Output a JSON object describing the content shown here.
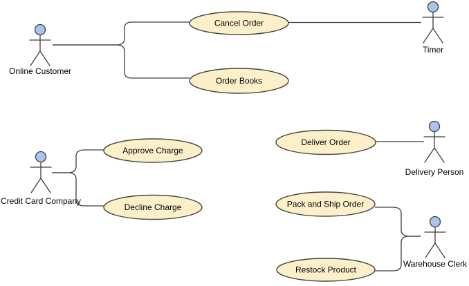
{
  "colors": {
    "canvas_bg": "#FFFFFF",
    "usecase_fill": "#FBF0CA",
    "usecase_stroke": "#45453D",
    "actor_head_fill": "#A9C5EB",
    "actor_stroke": "#3D3D3D",
    "line": "#3D3D3D",
    "text": "#000000"
  },
  "actors": [
    {
      "id": "online-customer",
      "label": "Online Customer"
    },
    {
      "id": "timer",
      "label": "Timer"
    },
    {
      "id": "credit-card-company",
      "label": "Credit Card Company"
    },
    {
      "id": "delivery-person",
      "label": "Delivery Person"
    },
    {
      "id": "warehouse-clerk",
      "label": "Warehouse Clerk"
    }
  ],
  "use_cases": [
    {
      "id": "cancel-order",
      "label": "Cancel Order"
    },
    {
      "id": "order-books",
      "label": "Order Books"
    },
    {
      "id": "approve-charge",
      "label": "Approve Charge"
    },
    {
      "id": "decline-charge",
      "label": "Decline Charge"
    },
    {
      "id": "deliver-order",
      "label": "Deliver Order"
    },
    {
      "id": "pack-and-ship-order",
      "label": "Pack and Ship Order"
    },
    {
      "id": "restock-product",
      "label": "Restock Product"
    }
  ],
  "associations": [
    {
      "from": "Online Customer",
      "to": "Cancel Order"
    },
    {
      "from": "Online Customer",
      "to": "Order Books"
    },
    {
      "from": "Cancel Order",
      "to": "Timer"
    },
    {
      "from": "Credit Card Company",
      "to": "Approve Charge"
    },
    {
      "from": "Credit Card Company",
      "to": "Decline Charge"
    },
    {
      "from": "Deliver Order",
      "to": "Delivery Person"
    },
    {
      "from": "Warehouse Clerk",
      "to": "Pack and Ship Order"
    },
    {
      "from": "Warehouse Clerk",
      "to": "Restock Product"
    }
  ]
}
